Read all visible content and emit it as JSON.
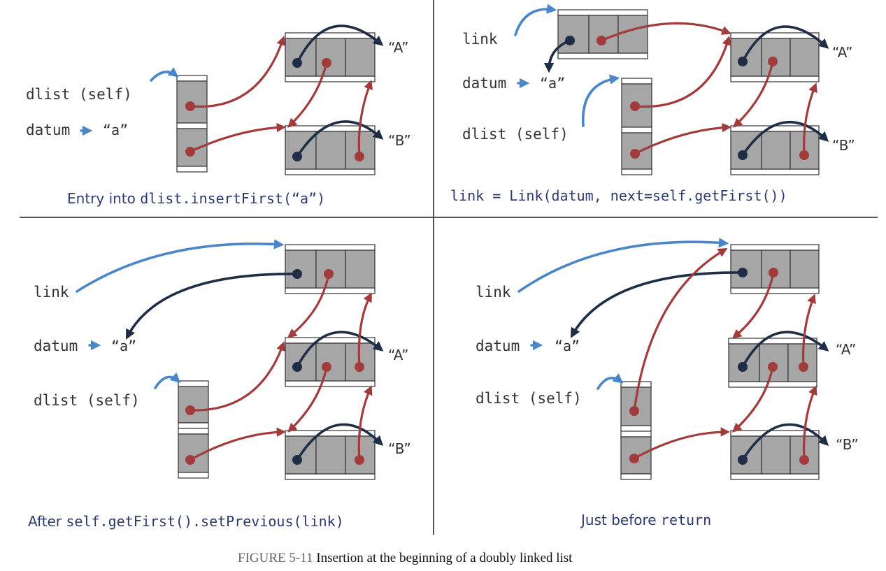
{
  "panels": [
    {
      "labels": {
        "dlist": "dlist (self)",
        "datum": "datum",
        "datum_value": "“a”"
      },
      "nodes": [
        "“A”",
        "“B”"
      ],
      "caption": {
        "text": "Entry into ",
        "code": "dlist.insertFirst(“a”)"
      }
    },
    {
      "labels": {
        "link": "link",
        "dlist": "dlist (self)",
        "datum": "datum",
        "datum_value": "“a”"
      },
      "nodes": [
        "“A”",
        "“B”"
      ],
      "caption": {
        "code": "link = Link(datum, next=self.getFirst())"
      }
    },
    {
      "labels": {
        "link": "link",
        "dlist": "dlist (self)",
        "datum": "datum",
        "datum_value": "“a”"
      },
      "nodes": [
        "“A”",
        "“B”"
      ],
      "caption": {
        "text": "After ",
        "code": "self.getFirst().setPrevious(link)"
      }
    },
    {
      "labels": {
        "link": "link",
        "dlist": "dlist (self)",
        "datum": "datum",
        "datum_value": "“a”"
      },
      "nodes": [
        "“A”",
        "“B”"
      ],
      "caption": {
        "text": "Just before ",
        "code": "return"
      }
    }
  ],
  "figure_caption": {
    "label": "FIGURE 5-11",
    "text": " Insertion at the beginning of a doubly linked list"
  },
  "colors": {
    "next_pointer": "#1f2d47",
    "previous_pointer": "#a23c3c",
    "variable_arrow": "#4a86c8",
    "cell_fill": "#a6a6a6",
    "caption_text": "#2d3a6e"
  }
}
